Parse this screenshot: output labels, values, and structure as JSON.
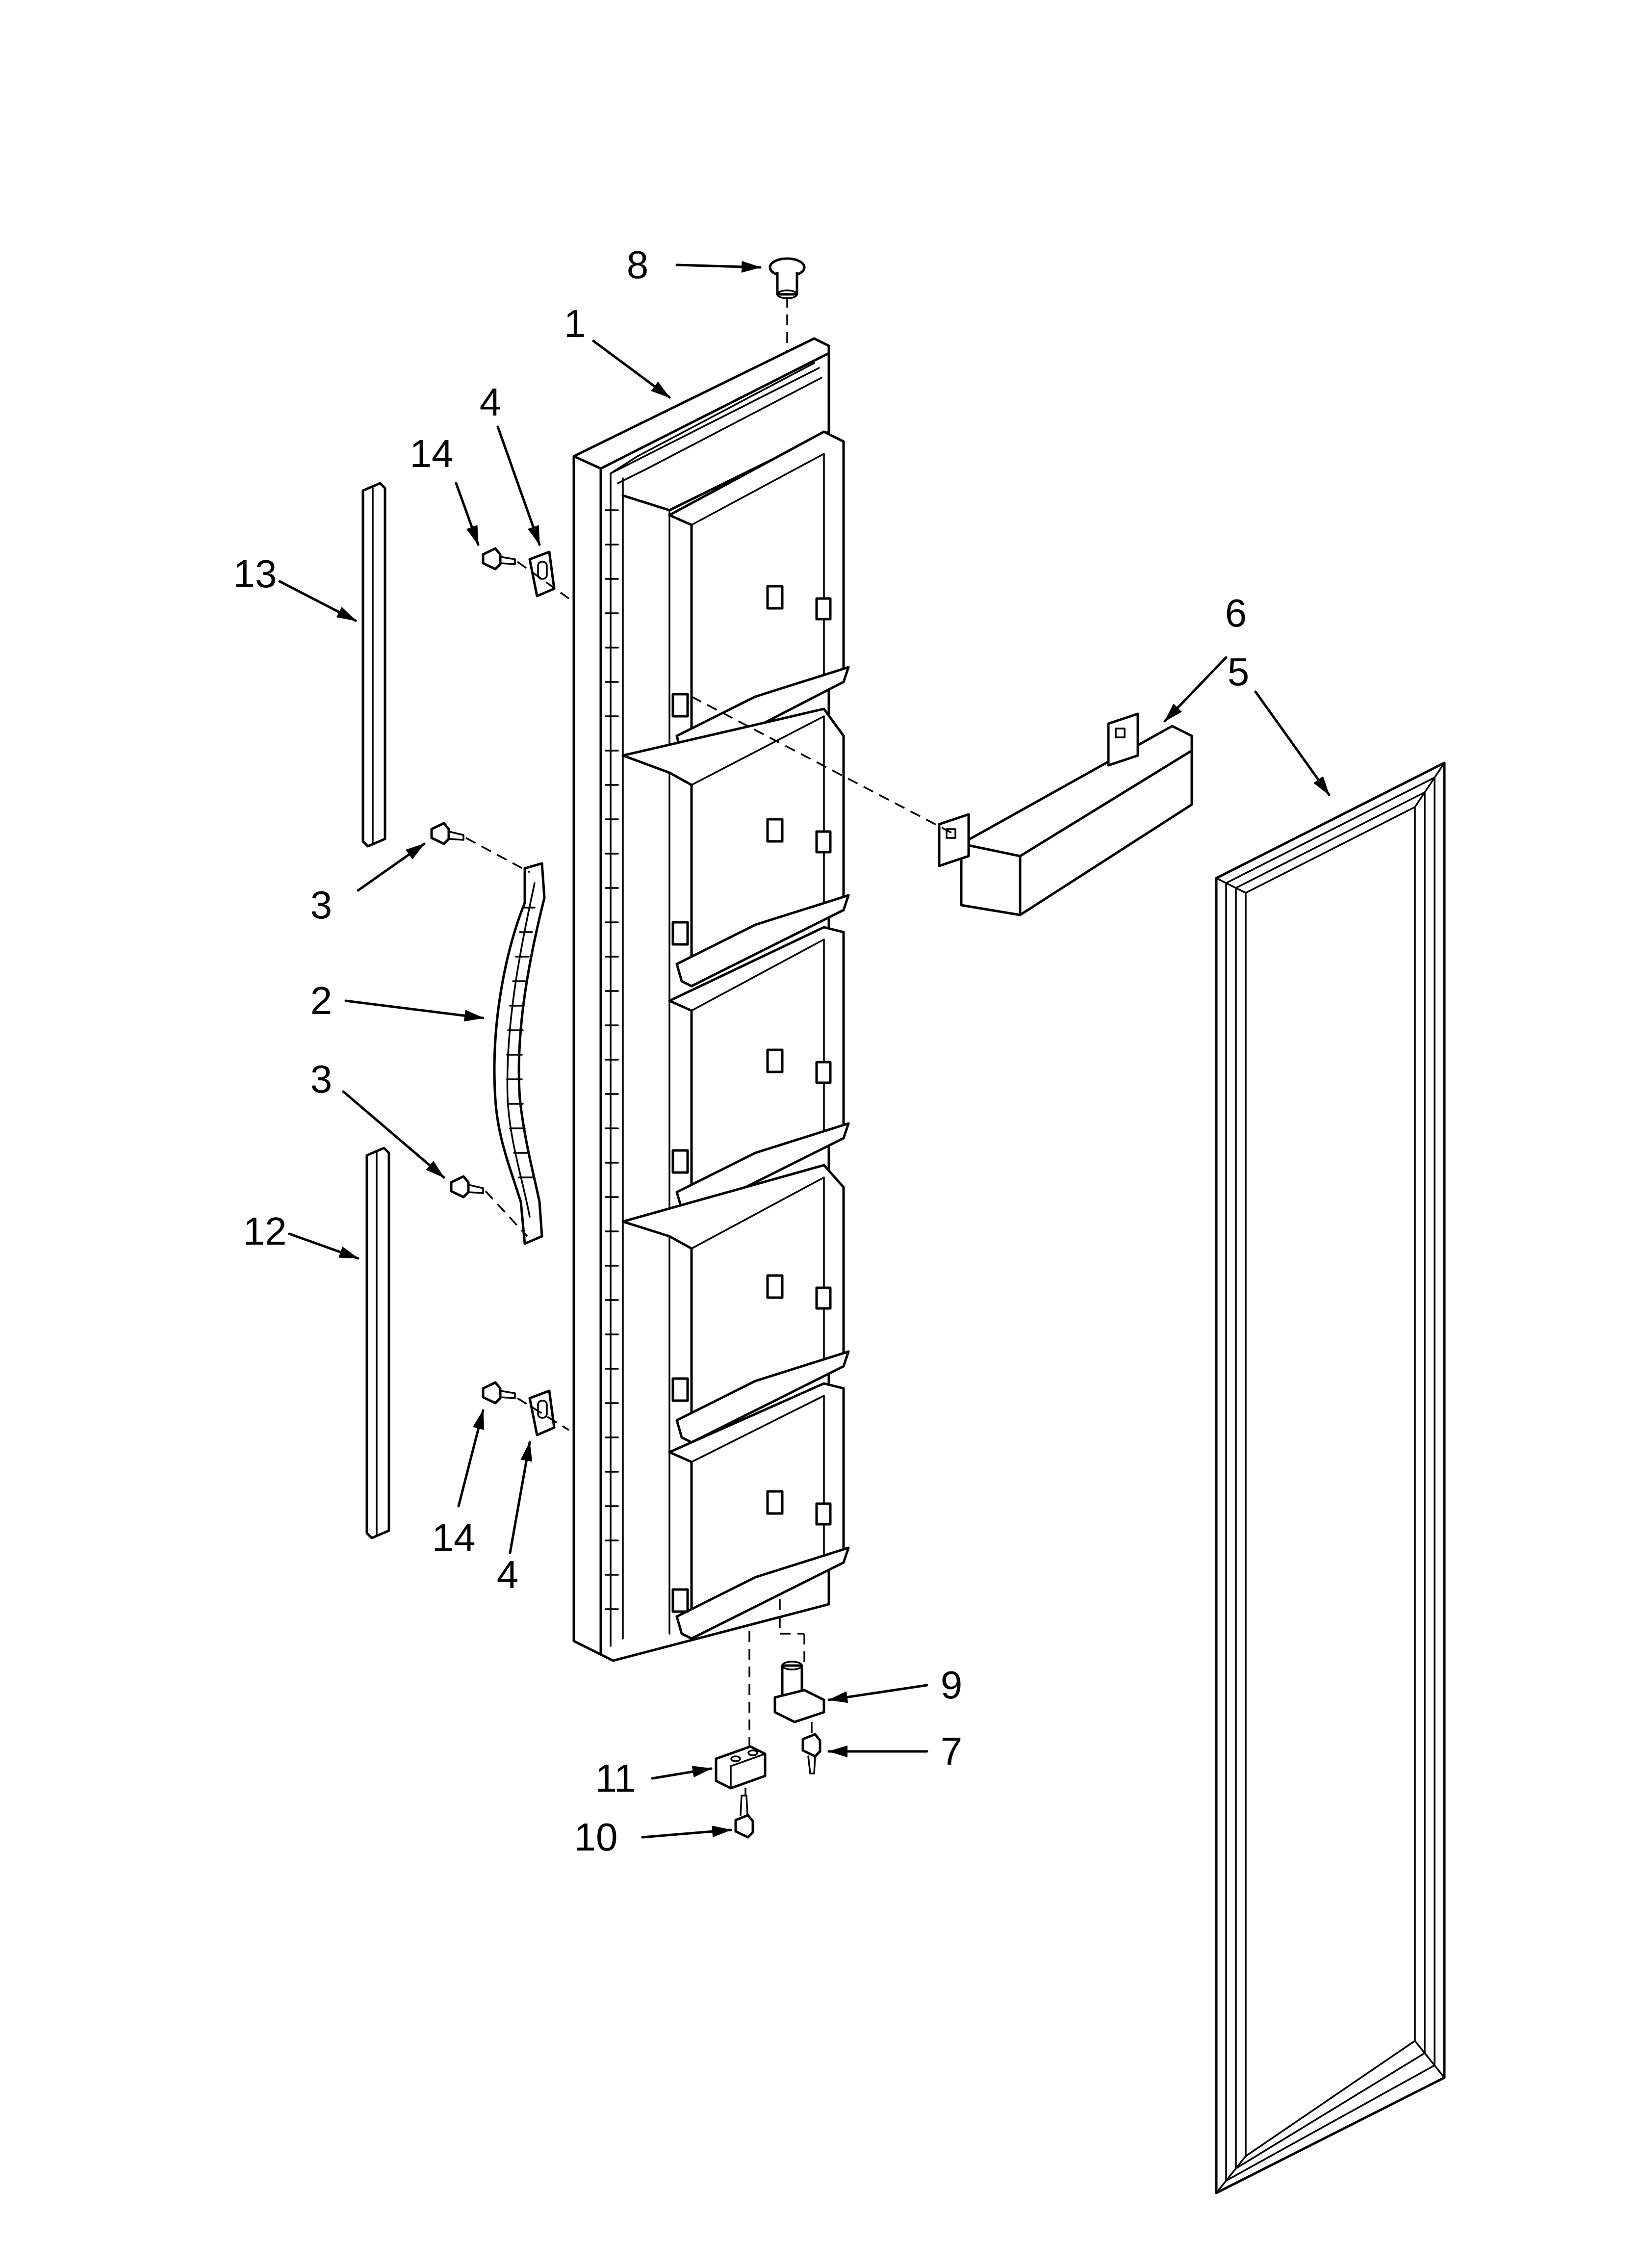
{
  "diagram": {
    "callouts": [
      {
        "id": "c8",
        "text": "8"
      },
      {
        "id": "c1",
        "text": "1"
      },
      {
        "id": "c4a",
        "text": "4"
      },
      {
        "id": "c14a",
        "text": "14"
      },
      {
        "id": "c13",
        "text": "13"
      },
      {
        "id": "c6",
        "text": "6"
      },
      {
        "id": "c5",
        "text": "5"
      },
      {
        "id": "c3a",
        "text": "3"
      },
      {
        "id": "c2",
        "text": "2"
      },
      {
        "id": "c3b",
        "text": "3"
      },
      {
        "id": "c12",
        "text": "12"
      },
      {
        "id": "c14b",
        "text": "14"
      },
      {
        "id": "c4b",
        "text": "4"
      },
      {
        "id": "c9",
        "text": "9"
      },
      {
        "id": "c11",
        "text": "11"
      },
      {
        "id": "c7",
        "text": "7"
      },
      {
        "id": "c10",
        "text": "10"
      }
    ],
    "parts": [
      {
        "id": "door-liner",
        "icon": "refrigerator-door-icon"
      },
      {
        "id": "door-handle",
        "icon": "handle-icon"
      },
      {
        "id": "door-bin",
        "icon": "shelf-bin-icon"
      },
      {
        "id": "door-gasket",
        "icon": "gasket-icon"
      },
      {
        "id": "trim-upper",
        "icon": "trim-strip-icon"
      },
      {
        "id": "trim-lower",
        "icon": "trim-strip-icon"
      },
      {
        "id": "hinge-bushing",
        "icon": "bushing-icon"
      },
      {
        "id": "hinge-pin",
        "icon": "hinge-pin-icon"
      },
      {
        "id": "hinge-bracket",
        "icon": "bracket-icon"
      },
      {
        "id": "screws",
        "icon": "screw-icon"
      },
      {
        "id": "handle-clips",
        "icon": "clip-icon"
      }
    ]
  }
}
